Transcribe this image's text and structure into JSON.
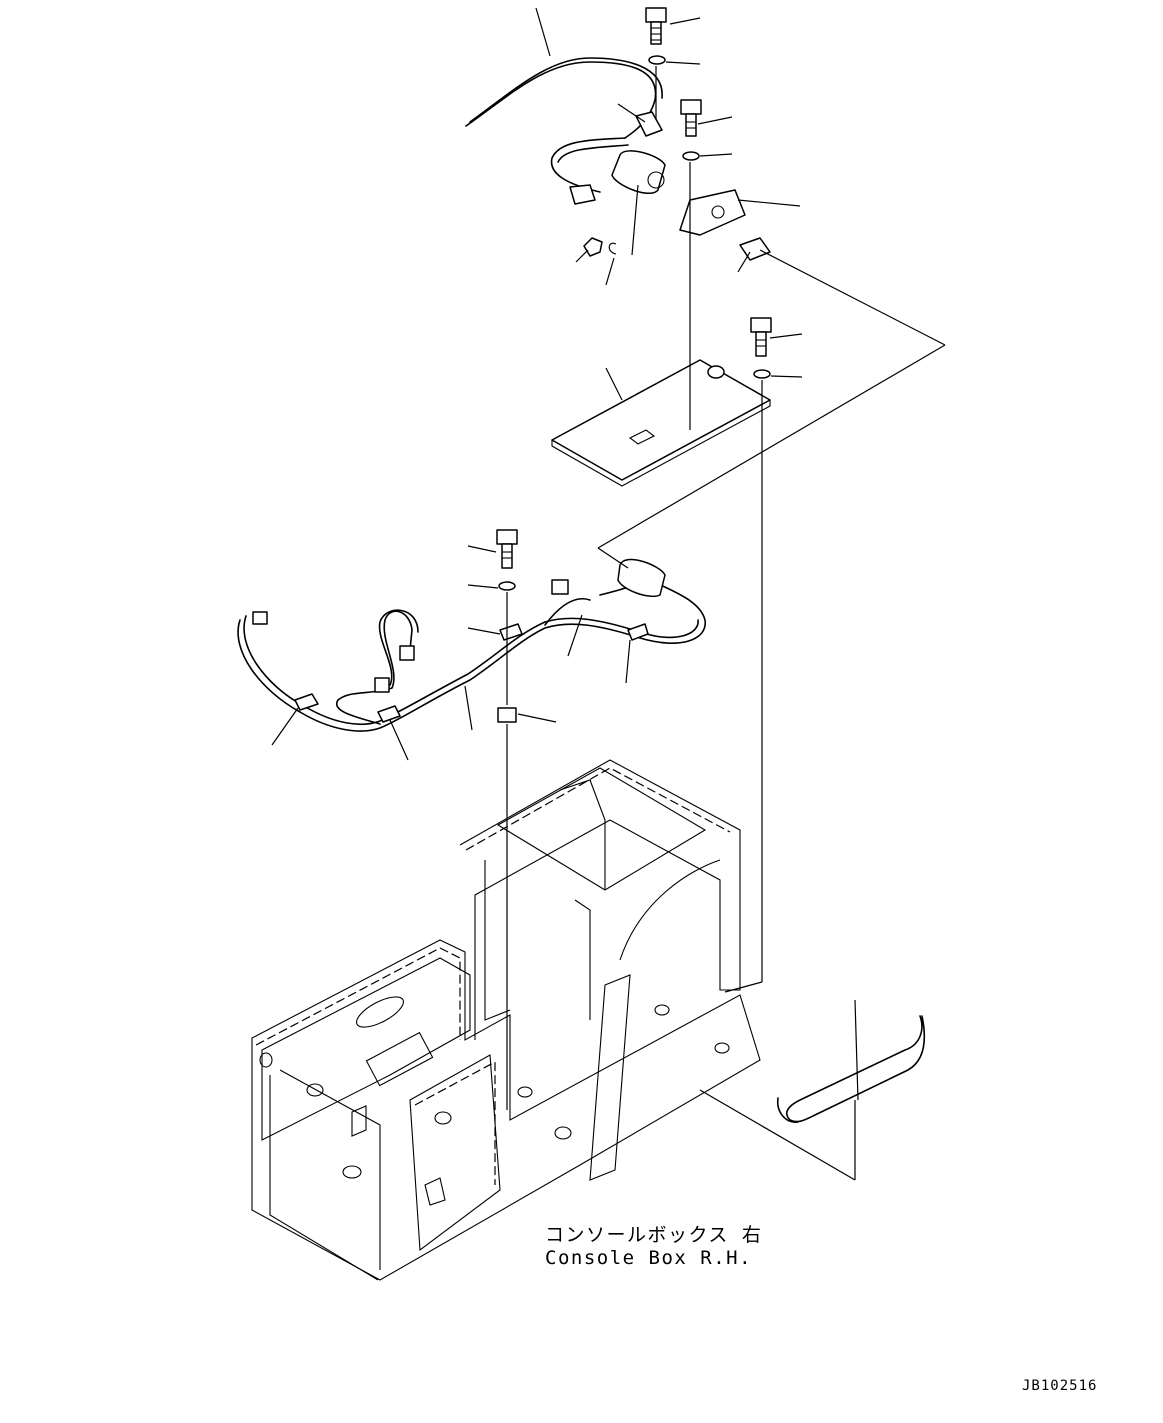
{
  "diagram": {
    "caption_jp": "コンソールボックス 右",
    "caption_en": "Console Box R.H.",
    "drawing_number": "JB102516"
  }
}
